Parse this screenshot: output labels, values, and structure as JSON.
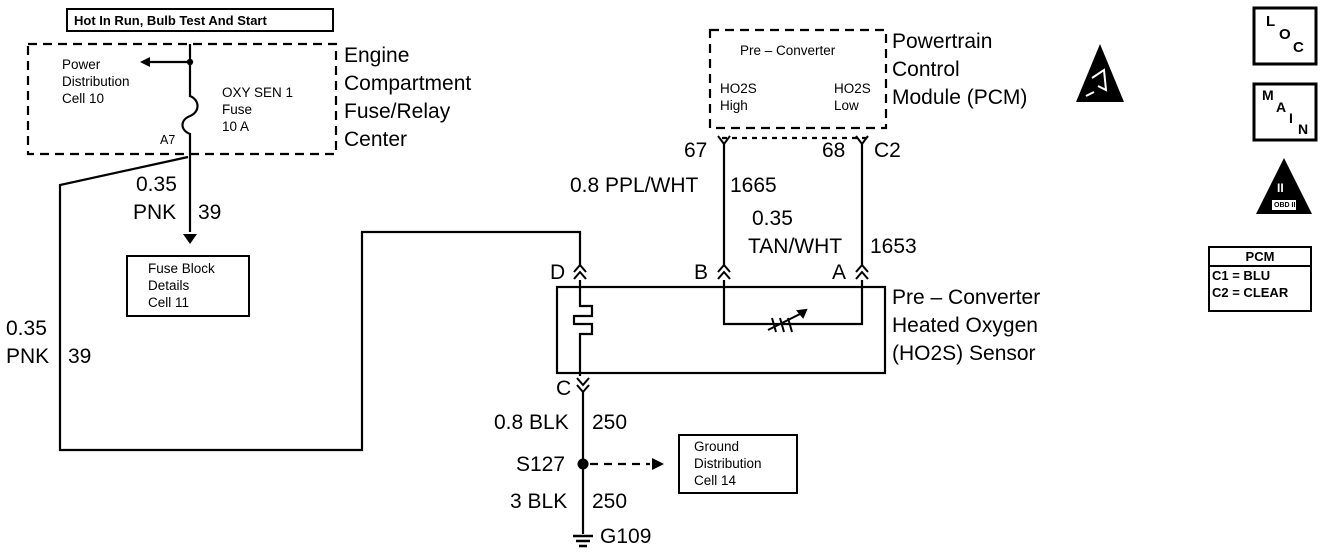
{
  "header_label": "Hot In Run, Bulb Test And Start",
  "fuse_center": {
    "name_lines": [
      "Engine",
      "Compartment",
      "Fuse/Relay",
      "Center"
    ],
    "power_dist_lines": [
      "Power",
      "Distribution",
      "Cell 10"
    ],
    "fuse_lines": [
      "OXY SEN 1",
      "Fuse",
      "10 A"
    ],
    "terminal": "A7"
  },
  "wire_pnk_upper": {
    "gauge": "0.35",
    "color": "PNK",
    "circuit": "39"
  },
  "fuse_block_lines": [
    "Fuse Block",
    "Details",
    "Cell 11"
  ],
  "wire_pnk_lower": {
    "gauge": "0.35",
    "color": "PNK",
    "circuit": "39"
  },
  "pcm": {
    "name_lines": [
      "Powertrain",
      "Control",
      "Module (PCM)"
    ],
    "inner_title": "Pre – Converter",
    "left_lines": [
      "HO2S",
      "High"
    ],
    "right_lines": [
      "HO2S",
      "Low"
    ],
    "pin_left": "67",
    "pin_right": "68",
    "connector": "C2"
  },
  "wire_ppl_wht": {
    "label": "0.8 PPL/WHT",
    "circuit": "1665"
  },
  "wire_tan_wht": {
    "gauge": "0.35",
    "label": "TAN/WHT",
    "circuit": "1653"
  },
  "sensor": {
    "pins": {
      "d": "D",
      "b": "B",
      "a": "A",
      "c": "C"
    },
    "name_lines": [
      "Pre – Converter",
      "Heated Oxygen",
      "(HO2S) Sensor"
    ]
  },
  "wire_blk_08": {
    "label": "0.8 BLK",
    "circuit": "250"
  },
  "splice": "S127",
  "ground_dist_lines": [
    "Ground",
    "Distribution",
    "Cell 14"
  ],
  "wire_blk_3": {
    "label": "3 BLK",
    "circuit": "250"
  },
  "ground": "G109",
  "side_icons": {
    "loc": [
      "L",
      "O",
      "C"
    ],
    "main": [
      "M",
      "A",
      "I",
      "N"
    ],
    "obd": [
      "II",
      "OBD II"
    ]
  },
  "pcm_legend": {
    "title": "PCM",
    "rows": [
      "C1 = BLU",
      "C2 = CLEAR"
    ]
  }
}
